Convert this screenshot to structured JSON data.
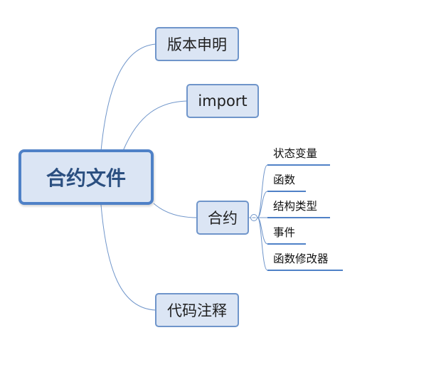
{
  "root": {
    "label": "合约文件"
  },
  "branches": {
    "version": {
      "label": "版本申明"
    },
    "import": {
      "label": "import"
    },
    "contract": {
      "label": "合约",
      "children": [
        "状态变量",
        "函数",
        "结构类型",
        "事件",
        "函数修改器"
      ]
    },
    "comment": {
      "label": "代码注释"
    }
  },
  "colors": {
    "connector": "#6f95ca",
    "node_fill": "#dbe5f4",
    "node_border": "#6f95ca",
    "root_border": "#4f81c7",
    "root_text": "#2b4f80"
  }
}
